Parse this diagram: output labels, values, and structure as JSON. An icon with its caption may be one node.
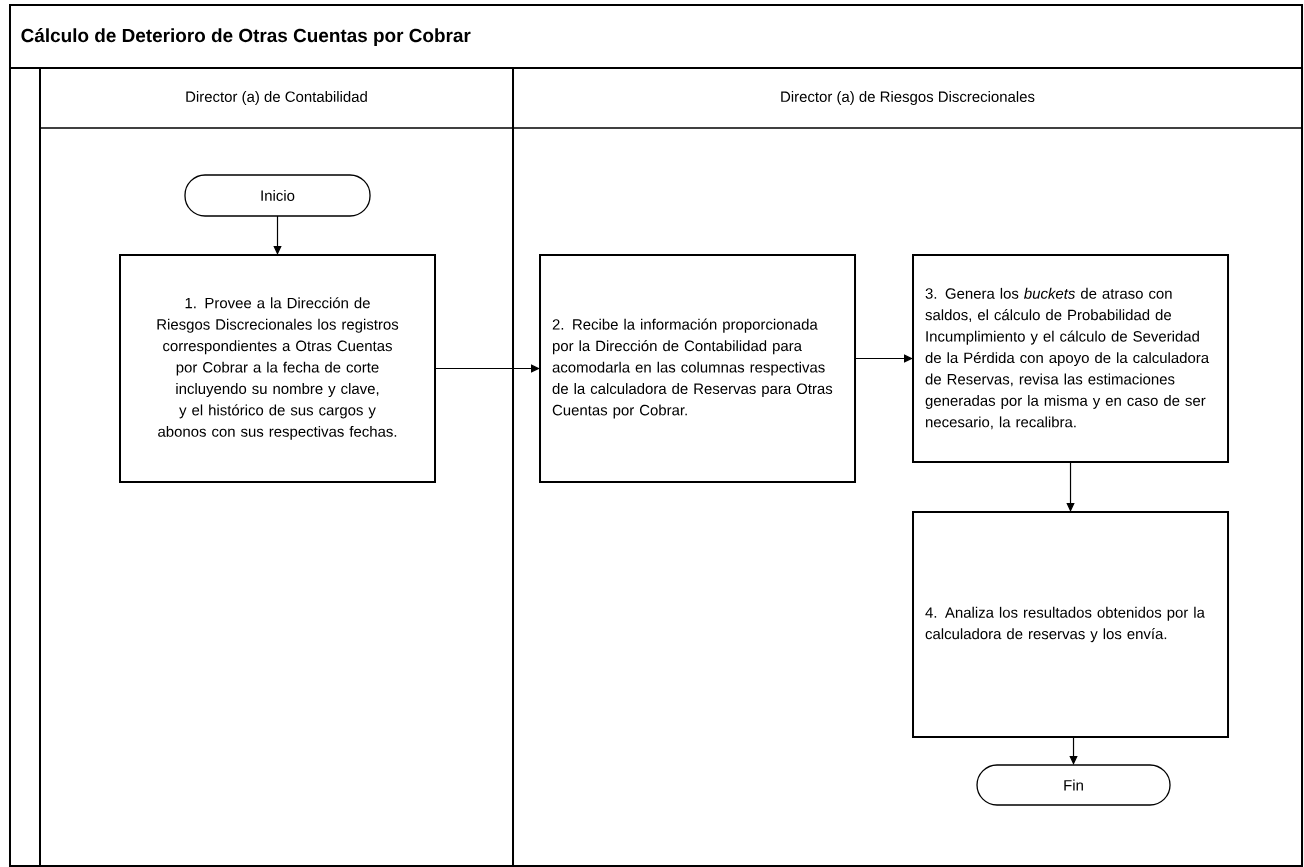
{
  "diagram": {
    "title": "Cálculo de Deterioro de Otras Cuentas por Cobrar",
    "nodes": [
      {
        "text": [],
        "shape": "box"
      },
      {
        "text": [
          "Director (a) de Contabilidad"
        ],
        "in": 0
      },
      {
        "text": [
          "Director (a) de Riesgos Discrecionales"
        ],
        "in": 0
      },
      {
        "text": [
          "Inicio"
        ],
        "in": 1
      },
      {
        "text": [
          "1. Provee a la Dirección de Riesgos Discrecionales los registros correspondientes a Otras Cuentas por Cobrar a la fecha de corte incluyendo su nombre y clave, y el histórico de sus cargos y abonos con sus respectivas fechas."
        ],
        "in": 1
      },
      {
        "text": [
          "2. Recibe la información proporcionada por la Dirección de Contabilidad para acomodarla en las columnas respectivas de la calculadora de Reservas para Otras Cuentas por Cobrar."
        ],
        "in": 2
      },
      {
        "text": [
          "3. Genera los *buckets* de atraso con saldos, el cálculo de Probabilidad de Incumplimiento y el cálculo de Severidad de la Pérdida con apoyo de la calculadora de Reservas, revisa las estimaciones generadas por la misma y en caso de ser necesario, la recalibra."
        ],
        "in": 2
      },
      {
        "text": [
          "4. Analiza los resultados obtenidos por la calculadora de reservas y los envía."
        ],
        "in": 2
      },
      {
        "text": [
          "Fin"
        ],
        "in": 2
      }
    ],
    "edges": [
      {
        "from": 3,
        "to": 4,
        "arrow": "to"
      },
      {
        "from": 4,
        "to": 5,
        "arrow": "to"
      },
      {
        "from": 5,
        "to": 6,
        "arrow": "to"
      },
      {
        "from": 6,
        "to": 7,
        "arrow": "to"
      },
      {
        "from": 7,
        "to": 8,
        "arrow": "to"
      }
    ]
  }
}
